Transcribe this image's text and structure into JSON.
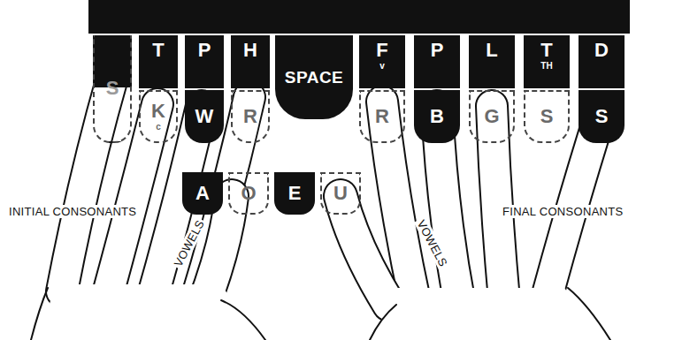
{
  "diagram": {
    "nodes": [
      {
        "text": [
          "S"
        ]
      },
      {
        "text": [
          "T"
        ]
      },
      {
        "text": [
          "P"
        ]
      },
      {
        "text": [
          "H"
        ]
      },
      {
        "text": [
          "SPACE"
        ]
      },
      {
        "text": [
          "F",
          "v"
        ]
      },
      {
        "text": [
          "P"
        ]
      },
      {
        "text": [
          "L"
        ]
      },
      {
        "text": [
          "T",
          "TH"
        ]
      },
      {
        "text": [
          "D"
        ]
      },
      {
        "text": [
          "K",
          "c"
        ]
      },
      {
        "text": [
          "W"
        ]
      },
      {
        "text": [
          "R"
        ]
      },
      {
        "text": [
          "R"
        ]
      },
      {
        "text": [
          "B"
        ]
      },
      {
        "text": [
          "G"
        ]
      },
      {
        "text": [
          "S"
        ]
      },
      {
        "text": [
          "S"
        ]
      },
      {
        "text": [
          "A"
        ]
      },
      {
        "text": [
          "O"
        ]
      },
      {
        "text": [
          "E"
        ]
      },
      {
        "text": [
          "U"
        ]
      }
    ],
    "labels": [
      "INITIAL CONSONANTS",
      "VOWELS",
      "VOWELS",
      "FINAL CONSONANTS"
    ]
  }
}
